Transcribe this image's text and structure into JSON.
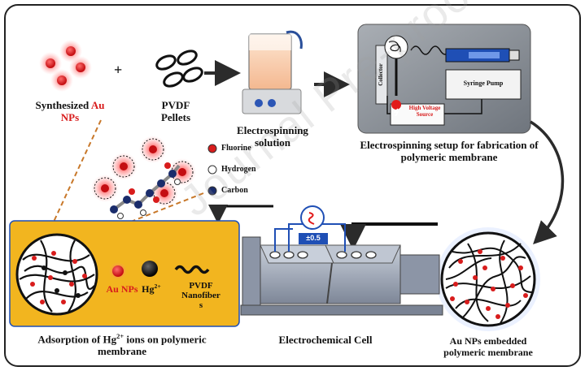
{
  "labels": {
    "au_line1": "Synthesized ",
    "au_word": "Au",
    "au_line2": "NPs",
    "pvdf_line1": "PVDF",
    "pvdf_line2": "Pellets",
    "solution_line1": "Electrospinning",
    "solution_line2": "solution",
    "setup_line1": "Electrospinning setup for fabrication of",
    "setup_line2": "polymeric membrane",
    "collector": "Collector",
    "syringe_pump": "Syringe Pump",
    "hv_line1": "High Voltage",
    "hv_line2": "Source",
    "fluorine": "Fluorine",
    "hydrogen": "Hydrogen",
    "carbon": "Carbon",
    "voltage": "±0.5",
    "au_nps_legend": "Au NPs",
    "hg_legend": "Hg",
    "hg_charge": "2+",
    "pvdf_nano1": "PVDF",
    "pvdf_nano2": "Nanofiber",
    "pvdf_nano3": "s",
    "adsorption_line1a": "Adsorption of Hg",
    "adsorption_sup": "2+",
    "adsorption_line1b": " ions on polymeric",
    "adsorption_line2": "membrane",
    "cell": "Electrochemical Cell",
    "embedded_line1": "Au NPs embedded",
    "embedded_line2": "polymeric membrane",
    "plus": "+",
    "watermark": "Journal Pre-proof"
  },
  "colors": {
    "nanoparticle": "#e0191e",
    "adsorption_panel": "#f2b51f",
    "setup_panel": "#8f959c",
    "cell_body": "#9ea6b4",
    "arrow": "#2b2b2b",
    "dashed_lead": "#c8782a"
  }
}
